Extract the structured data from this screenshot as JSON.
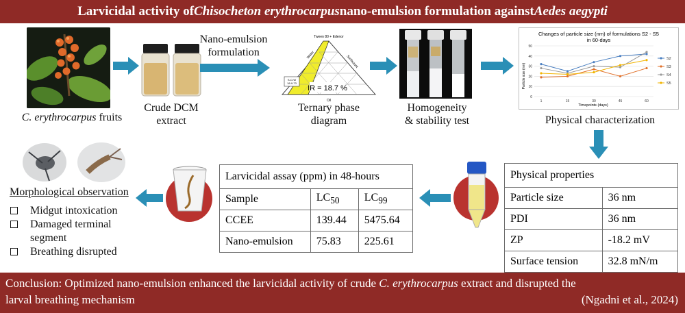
{
  "title": {
    "part1": "Larvicidal activity of ",
    "species": "Chisocheton erythrocarpus",
    "part2": " nano-emulsion formulation against ",
    "target": "Aedes aegypti"
  },
  "steps": {
    "fruits_species": "C. erythrocarpus",
    "fruits_label": "fruits",
    "crude_label_1": "Crude DCM",
    "crude_label_2": "extract",
    "nano_label_1": "Nano-emulsion",
    "nano_label_2": "formulation",
    "ternary_label_1": "Ternary phase",
    "ternary_label_2": "diagram",
    "homog_label_1": "Homogeneity",
    "homog_label_2": "& stability test",
    "physchar_label": "Physical characterization"
  },
  "ternary": {
    "top_label": "Tween 80 + Edenor",
    "water_label": "Water",
    "surfactant_label": "Surfactant",
    "oil_label": "Oil",
    "ratio_1": "S-O-W",
    "ratio_2": "18-9-73",
    "ir_label": "IR = 18.7 %"
  },
  "chart_data": {
    "type": "line",
    "title": "Changes of particle size (nm) of formulations S2 - S5 in 60-days",
    "xlabel": "Timepoints (days)",
    "ylabel": "Particle size (nm)",
    "categories": [
      "1",
      "15",
      "30",
      "45",
      "60"
    ],
    "ylim": [
      0,
      50
    ],
    "yticks": [
      "0",
      "10",
      "20",
      "30",
      "40",
      "50"
    ],
    "grid": true,
    "legend": "right",
    "series": [
      {
        "name": "S2",
        "color": "#4a7fc1",
        "values": [
          32,
          25,
          34,
          40,
          42
        ]
      },
      {
        "name": "S3",
        "color": "#e0702a",
        "values": [
          19,
          20,
          27,
          20,
          28
        ]
      },
      {
        "name": "S4",
        "color": "#9a9a9a",
        "values": [
          28,
          23,
          30,
          29,
          44
        ]
      },
      {
        "name": "S5",
        "color": "#f2b400",
        "values": [
          23,
          22,
          24,
          31,
          36
        ]
      }
    ]
  },
  "physical": {
    "header": "Physical properties",
    "rows": [
      {
        "k": "Particle size",
        "v": "36 nm"
      },
      {
        "k": "PDI",
        "v": "36 nm"
      },
      {
        "k": "ZP",
        "v": "-18.2 mV"
      },
      {
        "k": "Surface tension",
        "v": "32.8 mN/m"
      }
    ]
  },
  "assay": {
    "header": "Larvicidal assay (ppm) in 48-hours",
    "col_sample": "Sample",
    "col_lc50_base": "LC",
    "col_lc50_sub": "50",
    "col_lc99_base": "LC",
    "col_lc99_sub": "99",
    "rows": [
      {
        "s": "CCEE",
        "a": "139.44",
        "b": "5475.64"
      },
      {
        "s": "Nano-emulsion",
        "a": "75.83",
        "b": "225.61"
      }
    ]
  },
  "morphology": {
    "title": "Morphological observation",
    "items": [
      "Midgut intoxication",
      "Damaged terminal segment",
      "Breathing disrupted"
    ]
  },
  "footer": {
    "line1_a": "Conclusion: Optimized nano-emulsion enhanced the larvicidal activity of crude ",
    "line1_species": "C. erythrocarpus",
    "line1_b": " extract and disrupted the",
    "line2": "larval breathing mechanism",
    "citation": "(Ngadni et al., 2024)"
  },
  "colors": {
    "banner": "#8f2a26",
    "arrow": "#2a8fb6",
    "circle": "#b9332f"
  }
}
